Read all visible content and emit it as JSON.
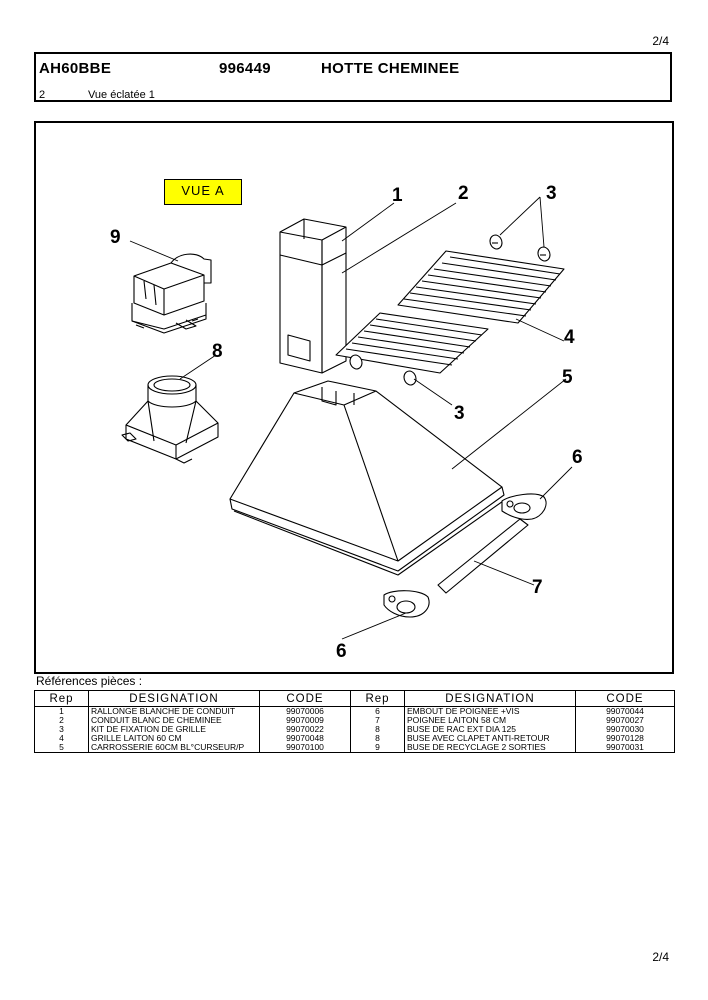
{
  "page_number": "2/4",
  "header": {
    "model": "AH60BBE",
    "code": "996449",
    "title": "HOTTE CHEMINEE",
    "index": "2",
    "subtitle": "Vue éclatée 1"
  },
  "diagram": {
    "vue_label": "VUE A",
    "callouts": [
      "1",
      "2",
      "3",
      "9",
      "4",
      "8",
      "5",
      "3",
      "6",
      "7",
      "6"
    ],
    "highlight_color": "#ffff00"
  },
  "references": {
    "title": "Références pièces  :",
    "headers": [
      "Rep",
      "DESIGNATION",
      "CODE",
      "Rep",
      "DESIGNATION",
      "CODE"
    ],
    "rows": [
      [
        "1",
        "RALLONGE BLANCHE DE CONDUIT",
        "99070006",
        "6",
        "EMBOUT DE POIGNEE +VIS",
        "99070044"
      ],
      [
        "2",
        "CONDUIT BLANC DE CHEMINEE",
        "99070009",
        "7",
        "POIGNEE LAITON 58 CM",
        "99070027"
      ],
      [
        "3",
        "KIT DE FIXATION DE GRILLE",
        "99070022",
        "8",
        "BUSE DE RAC EXT DIA 125",
        "99070030"
      ],
      [
        "4",
        "GRILLE LAITON 60 CM",
        "99070048",
        "8",
        "BUSE AVEC CLAPET ANTI-RETOUR",
        "99070128"
      ],
      [
        "5",
        "CARROSSERIE 60CM BL°CURSEUR/P",
        "99070100",
        "9",
        "BUSE DE RECYCLAGE 2 SORTIES",
        "99070031"
      ]
    ]
  }
}
